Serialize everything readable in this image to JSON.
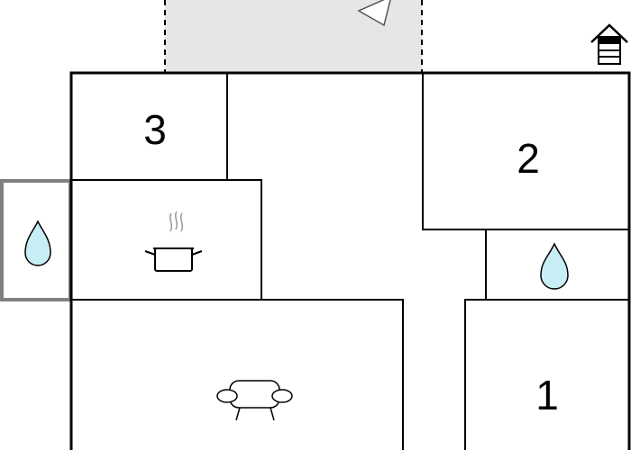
{
  "floorplan": {
    "rooms": [
      {
        "id": "bedroom-3",
        "label": "3"
      },
      {
        "id": "bedroom-2",
        "label": "2"
      },
      {
        "id": "bedroom-1",
        "label": "1"
      }
    ],
    "icons": {
      "terrace": "terrace-direction-icon",
      "outside_shower": "water-drop-icon",
      "kitchen": "cooking-pot-icon",
      "bathroom": "water-drop-icon",
      "living_room": "sofa-icon",
      "stairs": "house-stairs-icon"
    },
    "colors": {
      "wall": "#000000",
      "terrace_fill": "#e6e6e6",
      "water": "#c8eef5",
      "outside_frame": "#808080"
    }
  }
}
